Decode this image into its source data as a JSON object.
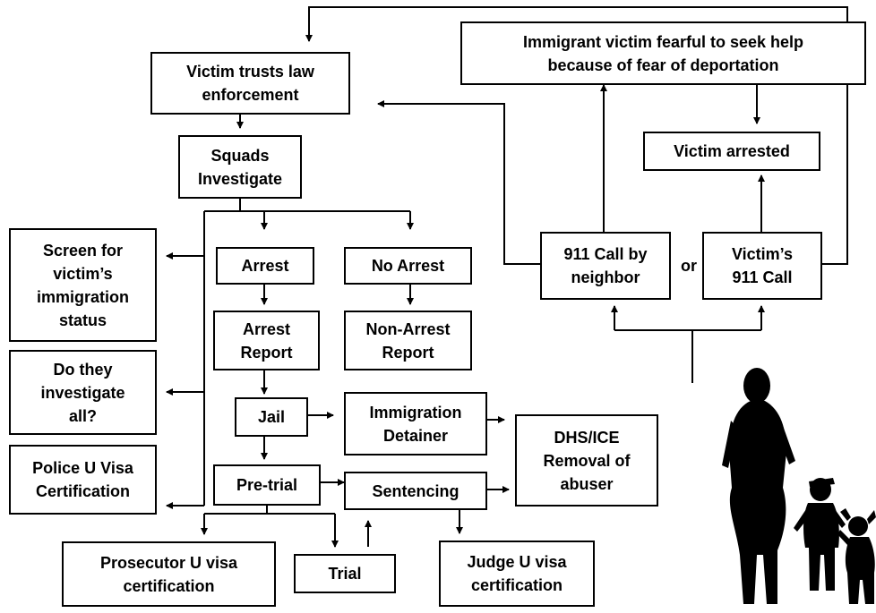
{
  "diagram": {
    "nodes": {
      "victim_trusts": "Victim trusts law\nenforcement",
      "immigrant_fearful": "Immigrant victim fearful to seek help\nbecause of fear of deportation",
      "victim_arrested": "Victim arrested",
      "squads_investigate": "Squads\nInvestigate",
      "screen_status": "Screen for\nvictim’s\nimmigration\nstatus",
      "arrest": "Arrest",
      "no_arrest": "No Arrest",
      "call_neighbor": "911 Call by\nneighbor",
      "victim_call": "Victim’s\n911 Call",
      "arrest_report": "Arrest\nReport",
      "non_arrest_report": "Non-Arrest\nReport",
      "investigate_all": "Do they\ninvestigate\nall?",
      "jail": "Jail",
      "immigration_detainer": "Immigration\nDetainer",
      "dhs_ice": "DHS/ICE\nRemoval of\nabuser",
      "police_u_visa": "Police U Visa\nCertification",
      "pretrial": "Pre-trial",
      "sentencing": "Sentencing",
      "prosecutor_u_visa": "Prosecutor U visa\ncertification",
      "trial": "Trial",
      "judge_u_visa": "Judge U visa\ncertification"
    },
    "connector_label": "or"
  }
}
